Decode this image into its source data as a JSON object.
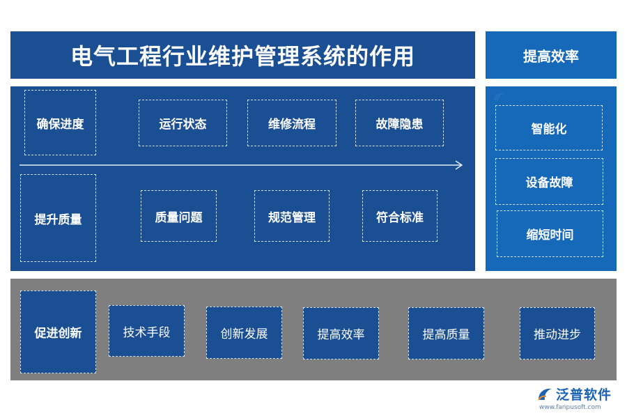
{
  "title": "电气工程行业维护管理系统的作用",
  "side_header": "提高效率",
  "main": {
    "row1": {
      "label": "确保进度",
      "items": [
        "运行状态",
        "维修流程",
        "故障隐患"
      ]
    },
    "row2": {
      "label": "提升质量",
      "items": [
        "质量问题",
        "规范管理",
        "符合标准"
      ]
    }
  },
  "side": {
    "items": [
      "智能化",
      "设备故障",
      "缩短时间"
    ]
  },
  "bottom": {
    "label": "促进创新",
    "items": [
      "技术手段",
      "创新发展",
      "提高效率",
      "提高质量",
      "推动进步"
    ]
  },
  "logo": {
    "name": "泛普软件",
    "url": "www.fanpusoft.com"
  },
  "colors": {
    "dark_blue": "#1b4f93",
    "medium_blue": "#1668b8",
    "gray": "#7f7f7f"
  }
}
